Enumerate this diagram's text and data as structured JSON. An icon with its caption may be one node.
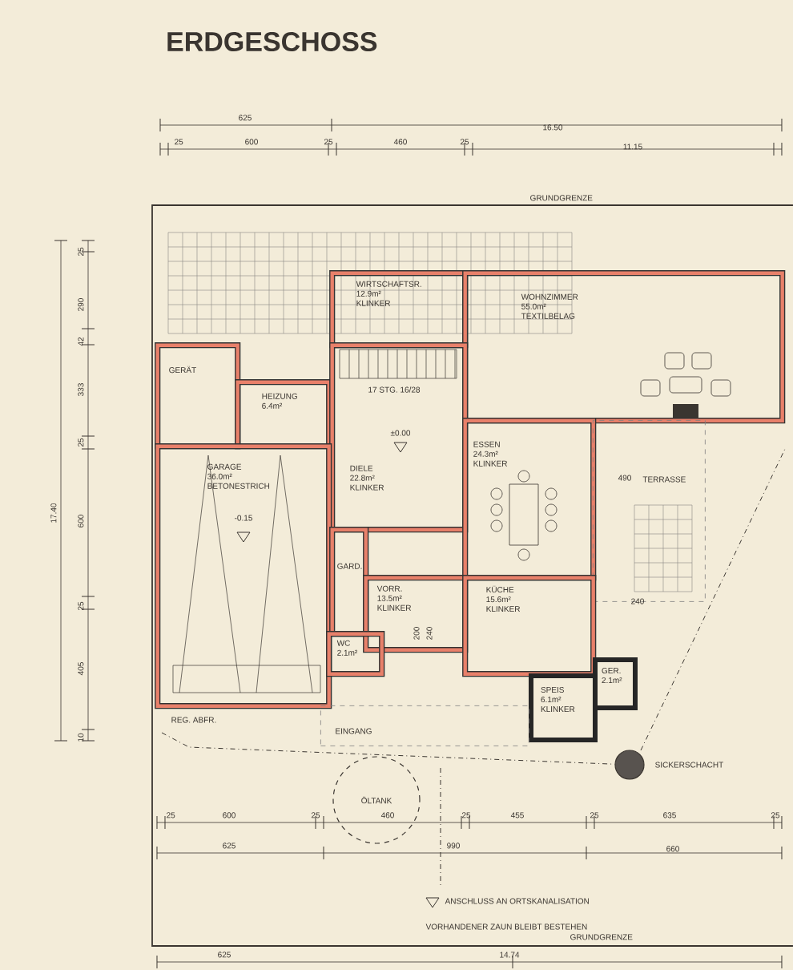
{
  "diagram": {
    "title": "ERDGESCHOSS",
    "nodes": [
      {
        "text": [
          "WIRTSCHAFTSR.",
          "12.9m²",
          "KLINKER"
        ]
      },
      {
        "text": [
          "WOHNZIMMER",
          "55.0m²",
          "TEXTILBELAG"
        ]
      },
      {
        "text": [
          "GERÄT"
        ]
      },
      {
        "text": [
          "HEIZUNG",
          "6.4m²"
        ]
      },
      {
        "text": [
          "DIELE",
          "22.8m²",
          "KLINKER"
        ]
      },
      {
        "text": [
          "GARAGE",
          "36.0m²",
          "BETONESTRICH"
        ]
      },
      {
        "text": [
          "ESSEN",
          "24.3m²",
          "KLINKER"
        ]
      },
      {
        "text": [
          "TERRASSE"
        ]
      },
      {
        "text": [
          "GARD."
        ]
      },
      {
        "text": [
          "VORR.",
          "13.5m²",
          "KLINKER"
        ]
      },
      {
        "text": [
          "KÜCHE",
          "15.6m²",
          "KLINKER"
        ]
      },
      {
        "text": [
          "WC",
          "2.1m²"
        ]
      },
      {
        "text": [
          "SPEIS",
          "6.1m²",
          "KLINKER"
        ]
      },
      {
        "text": [
          "GER.",
          "2.1m²"
        ]
      },
      {
        "text": [
          "EINGANG"
        ]
      },
      {
        "text": [
          "ÖLTANK"
        ]
      },
      {
        "text": [],
        "shape": "circle",
        "beside": [
          "SICKERSCHACHT"
        ]
      }
    ],
    "edges": [
      {
        "from": null,
        "to": 16,
        "arrow": "none",
        "style": "dashed"
      }
    ],
    "labels": [
      "625",
      "16.50",
      "25",
      "600",
      "25",
      "460",
      "25",
      "11.15",
      "GRUNDGRENZE",
      "25",
      "290",
      "42",
      "333",
      "25",
      "600",
      "17.40",
      "25",
      "405",
      "10",
      "17 STG. 16/28",
      "±0.00",
      "-0.15",
      "490",
      "240",
      "200",
      "240",
      "REG. ABFR.",
      "25",
      "600",
      "25",
      "460",
      "25",
      "455",
      "25",
      "635",
      "25",
      "625",
      "990",
      "660",
      "ANSCHLUSS AN ORTSKANALISATION",
      "VORHANDENER ZAUN BLEIBT BESTEHEN",
      "625",
      "14.74",
      "GRUNDGRENZE"
    ]
  }
}
